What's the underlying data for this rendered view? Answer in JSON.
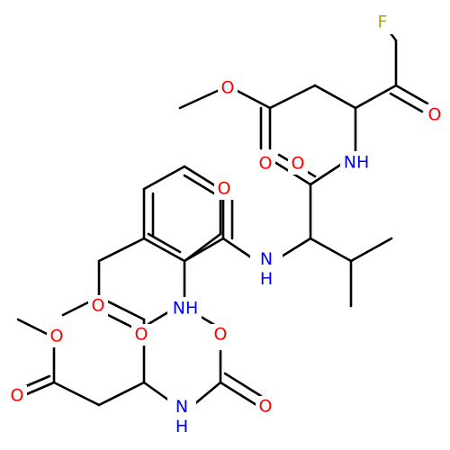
{
  "atom_colors": {
    "O": "#ff0000",
    "N": "#0000ff",
    "F": "#b2a200",
    "C": "#000000"
  },
  "atoms": {
    "f1": "F",
    "o_ketone": "O",
    "o_ester1": "O",
    "o_carbonyl1": "O",
    "nh_1": "NH",
    "o_amide1": "O",
    "o_amide2": "O",
    "nh_2": "NH",
    "nh_3": "NH",
    "o_ester2": "O",
    "o_cbz": "O",
    "o_amide3": "O",
    "o_ester3": "O",
    "o_ester3_carbonyl": "O",
    "nh_4": "NH",
    "o_carbamate": "O"
  }
}
